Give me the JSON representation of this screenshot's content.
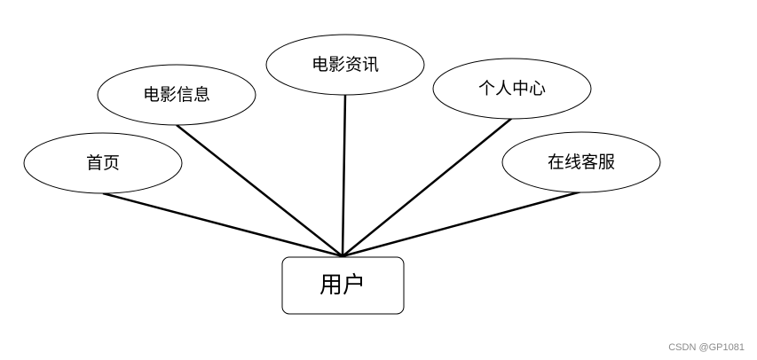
{
  "diagram": {
    "center": {
      "label": "用户"
    },
    "nodes": [
      {
        "id": "home",
        "label": "首页"
      },
      {
        "id": "movie-info",
        "label": "电影信息"
      },
      {
        "id": "movie-news",
        "label": "电影资讯"
      },
      {
        "id": "personal-center",
        "label": "个人中心"
      },
      {
        "id": "online-service",
        "label": "在线客服"
      }
    ]
  },
  "watermark": "CSDN @GP1081"
}
